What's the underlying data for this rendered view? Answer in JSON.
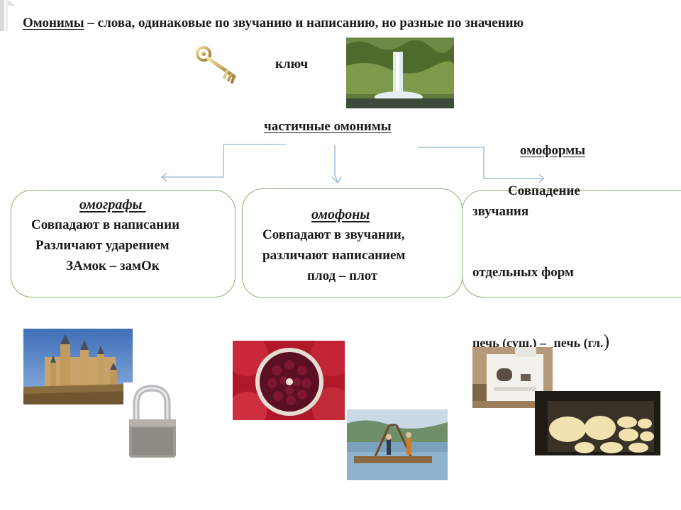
{
  "header": {
    "term": "Омонимы",
    "definition": " – слова, одинаковые по звучанию и написанию, но разные по значению"
  },
  "key_word": "ключ",
  "partial_homonyms": "частичные омонимы",
  "omoformy_title": "омоформы",
  "boxes": {
    "omografy": {
      "title": "омографы ",
      "line1": "Совпадают в написании",
      "line2": "Различают ударением",
      "example": "ЗАмок – замОк"
    },
    "omofony": {
      "title": "омофоны",
      "line1": "Совпадают в звучании,",
      "line2": "различают написанием",
      "example": "плод – плот"
    },
    "omoformy": {
      "line1": "Совпадение",
      "line2": "звучания",
      "line3": "отдельных форм",
      "example_left": "печь (сущ.) –",
      "example_right": "печь (гл."
    }
  },
  "colors": {
    "box_border": "#8fb07a",
    "arrow": "#8fb7d6"
  }
}
